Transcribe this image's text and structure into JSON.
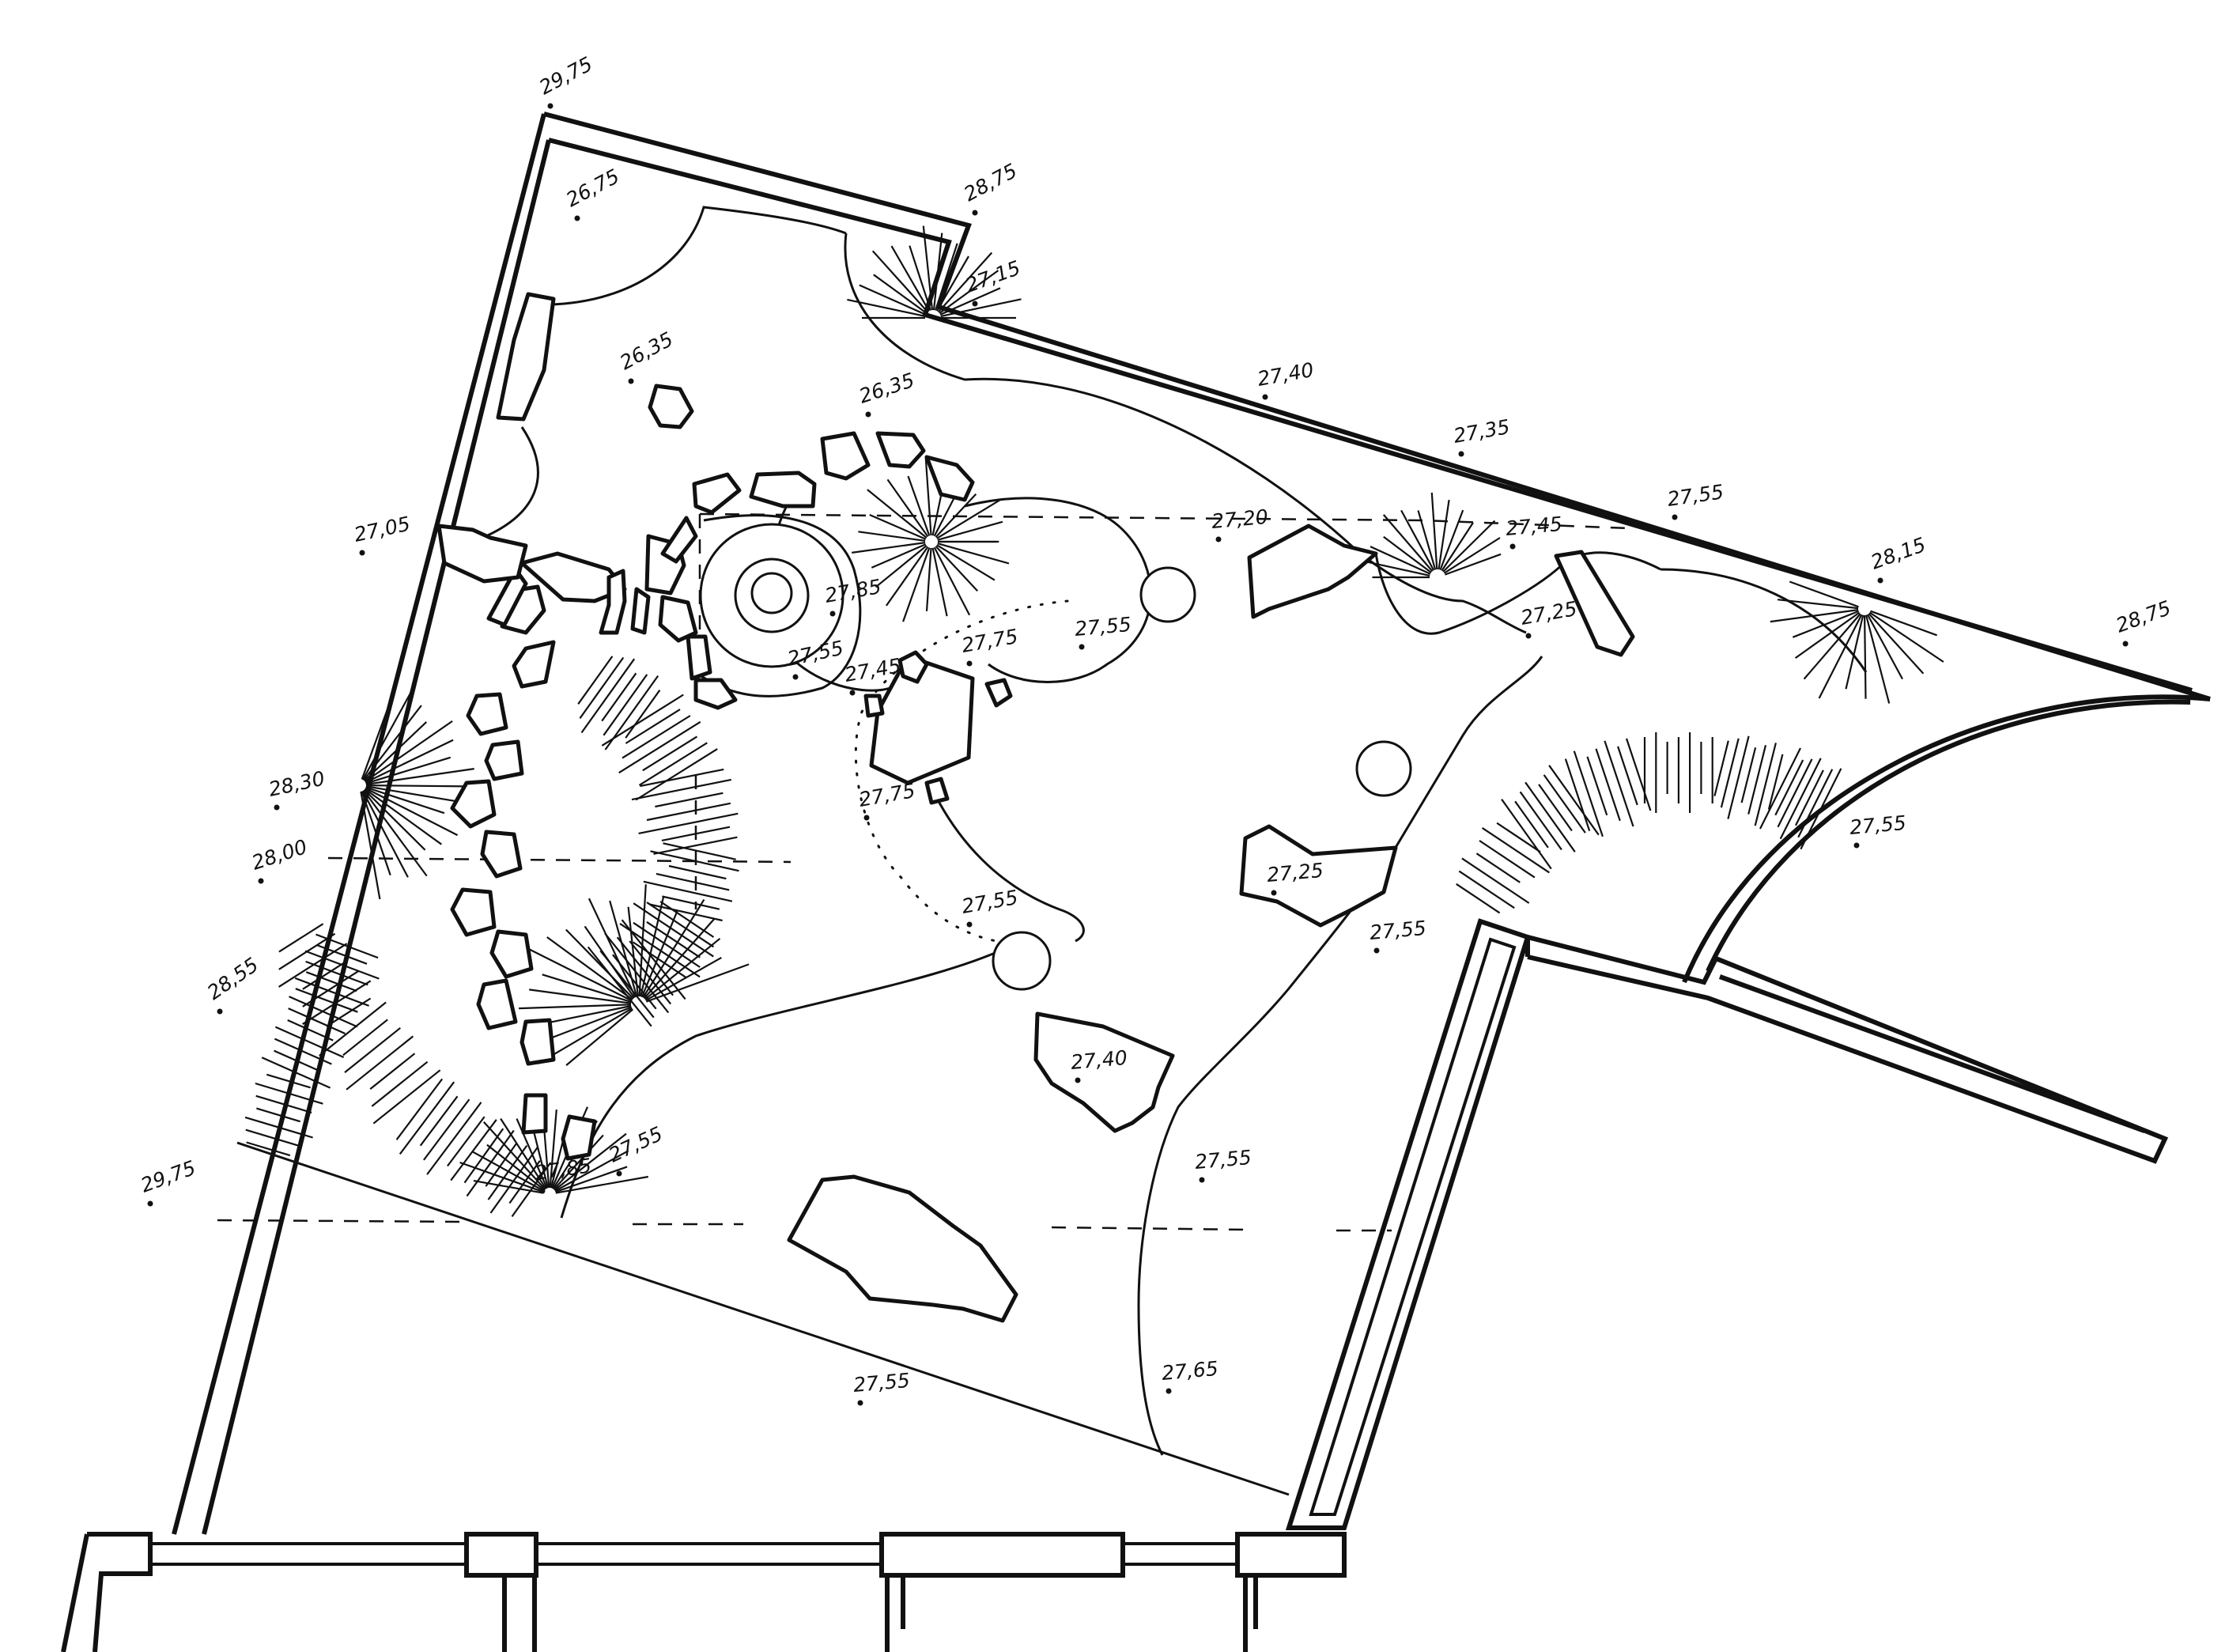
{
  "drawing": {
    "spot_heights": [
      {
        "id": "sh1",
        "label": "29,75"
      },
      {
        "id": "sh2",
        "label": "26,75"
      },
      {
        "id": "sh3",
        "label": "28,75"
      },
      {
        "id": "sh4",
        "label": "27,15"
      },
      {
        "id": "sh5",
        "label": "26,35"
      },
      {
        "id": "sh6",
        "label": "26,35"
      },
      {
        "id": "sh7",
        "label": "27,40"
      },
      {
        "id": "sh8",
        "label": "27,35"
      },
      {
        "id": "sh9",
        "label": "27,55"
      },
      {
        "id": "sh10",
        "label": "28,15"
      },
      {
        "id": "sh11",
        "label": "28,75"
      },
      {
        "id": "sh12",
        "label": "27,05"
      },
      {
        "id": "sh13",
        "label": "27,20"
      },
      {
        "id": "sh14",
        "label": "27,45"
      },
      {
        "id": "sh15",
        "label": "27,85"
      },
      {
        "id": "sh16",
        "label": "27,55"
      },
      {
        "id": "sh17",
        "label": "27,25"
      },
      {
        "id": "sh18",
        "label": "27,55"
      },
      {
        "id": "sh19",
        "label": "27,45"
      },
      {
        "id": "sh20",
        "label": "27,75"
      },
      {
        "id": "sh21",
        "label": "28,30"
      },
      {
        "id": "sh22",
        "label": "27,75"
      },
      {
        "id": "sh23",
        "label": "28,00"
      },
      {
        "id": "sh24",
        "label": "27,55"
      },
      {
        "id": "sh25",
        "label": "27,25"
      },
      {
        "id": "sh26",
        "label": "27,55"
      },
      {
        "id": "sh27",
        "label": "27,55"
      },
      {
        "id": "sh28",
        "label": "28,55"
      },
      {
        "id": "sh29",
        "label": "27,40"
      },
      {
        "id": "sh30",
        "label": "29,75"
      },
      {
        "id": "sh31",
        "label": "27,85"
      },
      {
        "id": "sh32",
        "label": "27,55"
      },
      {
        "id": "sh33",
        "label": "27,55"
      },
      {
        "id": "sh34",
        "label": "27,65"
      },
      {
        "id": "sh35",
        "label": "27,55"
      }
    ]
  }
}
